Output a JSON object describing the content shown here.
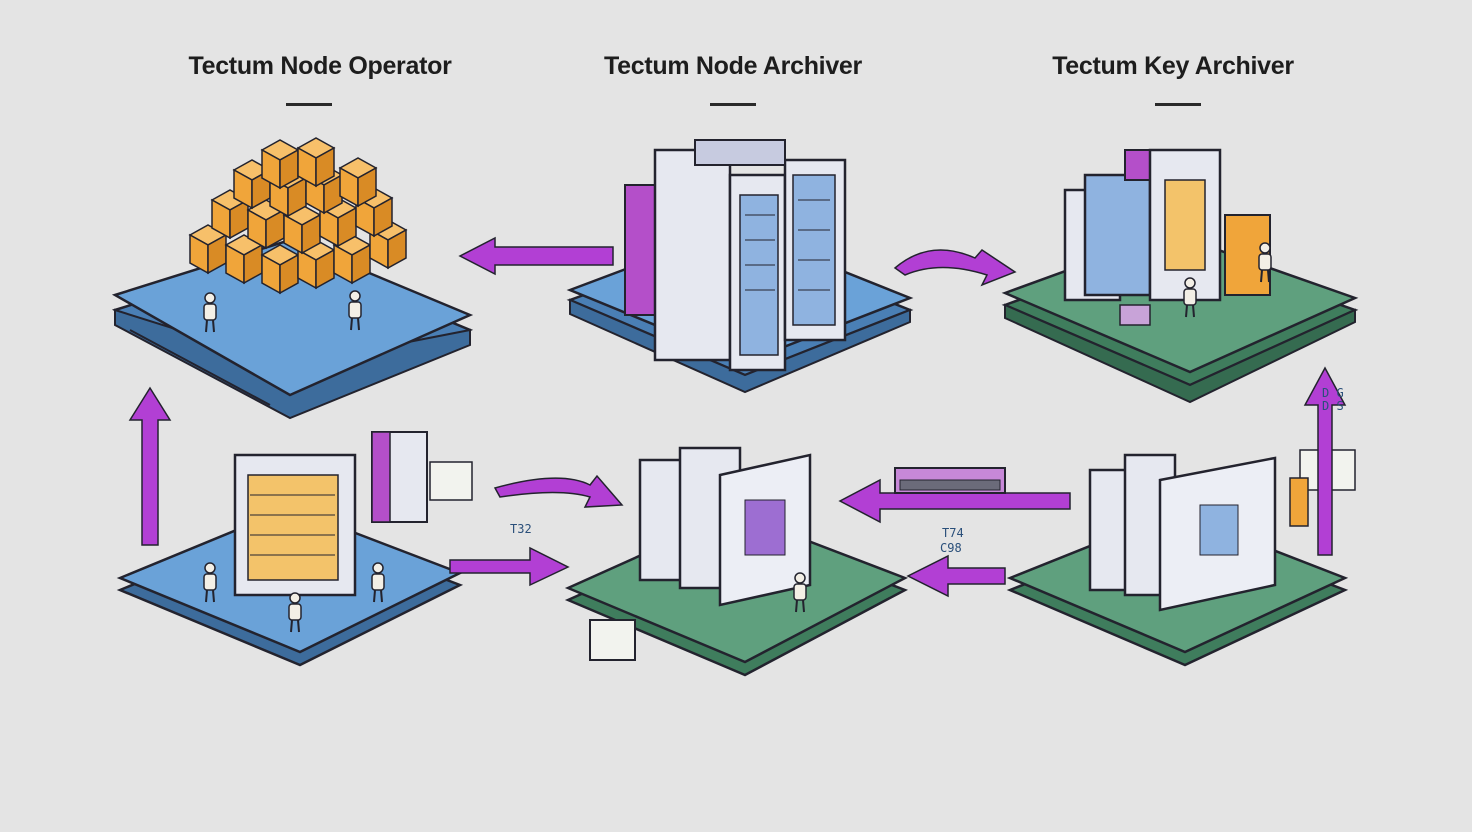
{
  "titles": {
    "operator": "Tectum Node Operator",
    "node_archiver": "Tectum Node Archiver",
    "key_archiver": "Tectum Key Archiver"
  },
  "small_labels": {
    "mid_left": "T32",
    "mid_right_line1": "T74",
    "mid_right_line2": "C98",
    "side_tag_1": "D G",
    "side_tag_2": "D S"
  },
  "colors": {
    "background": "#e4e4e4",
    "arrow": "#b23fd4",
    "platform_blue": "#5b97d0",
    "platform_green": "#5a9a78",
    "server_body": "#e6e8f0",
    "server_panel": "#8fb3e0",
    "cube_orange": "#f0a53a",
    "outline": "#23232e"
  }
}
